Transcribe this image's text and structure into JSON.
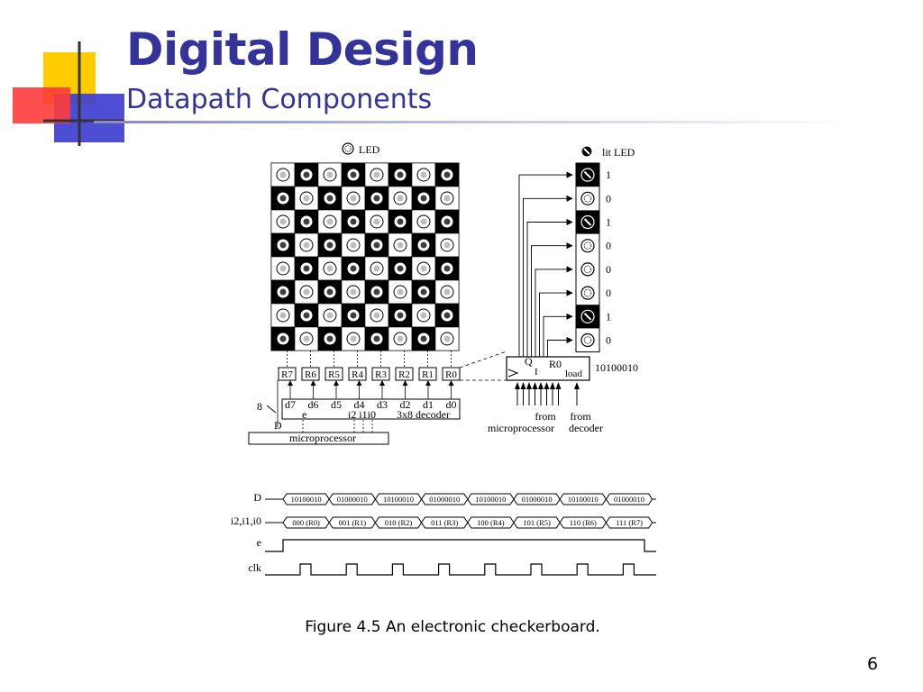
{
  "slide": {
    "title": "Digital Design",
    "subtitle": "Datapath Components",
    "caption": "Figure 4.5 An electronic checkerboard.",
    "page_number": "6"
  },
  "colors": {
    "title": "#333399",
    "logo_yellow": "#ffcc00",
    "logo_red": "#ff3333",
    "logo_blue": "#3333cc"
  },
  "board": {
    "legend_label": "LED",
    "rows": 8,
    "cols": 8,
    "register_labels": [
      "R7",
      "R6",
      "R5",
      "R4",
      "R3",
      "R2",
      "R1",
      "R0"
    ]
  },
  "decoder": {
    "outputs": [
      "d7",
      "d6",
      "d5",
      "d4",
      "d3",
      "d2",
      "d1",
      "d0"
    ],
    "enable_label": "e",
    "select_label": "i2 i1i0",
    "name": "3x8 decoder",
    "bus_width": "8",
    "data_label": "D",
    "source_label": "microprocessor"
  },
  "register": {
    "legend_label": "lit LED",
    "bits": [
      "1",
      "0",
      "1",
      "0",
      "0",
      "0",
      "1",
      "0"
    ],
    "q_label": "Q",
    "name": "R0",
    "i_label": "I",
    "load_label": "load",
    "value": "10100010",
    "from_label_1": "from",
    "source_1": "microprocessor",
    "from_label_2": "from",
    "source_2": "decoder"
  },
  "timing": {
    "signals": [
      {
        "name": "D",
        "segments": [
          "10100010",
          "01000010",
          "10100010",
          "01000010",
          "10100010",
          "01000010",
          "10100010",
          "01000010"
        ]
      },
      {
        "name": "i2,i1,i0",
        "segments": [
          "000 (R0)",
          "001 (R1)",
          "010 (R2)",
          "011 (R3)",
          "100 (R4)",
          "101 (R5)",
          "110 (R6)",
          "111 (R7)"
        ]
      },
      {
        "name": "e"
      },
      {
        "name": "clk"
      }
    ]
  }
}
